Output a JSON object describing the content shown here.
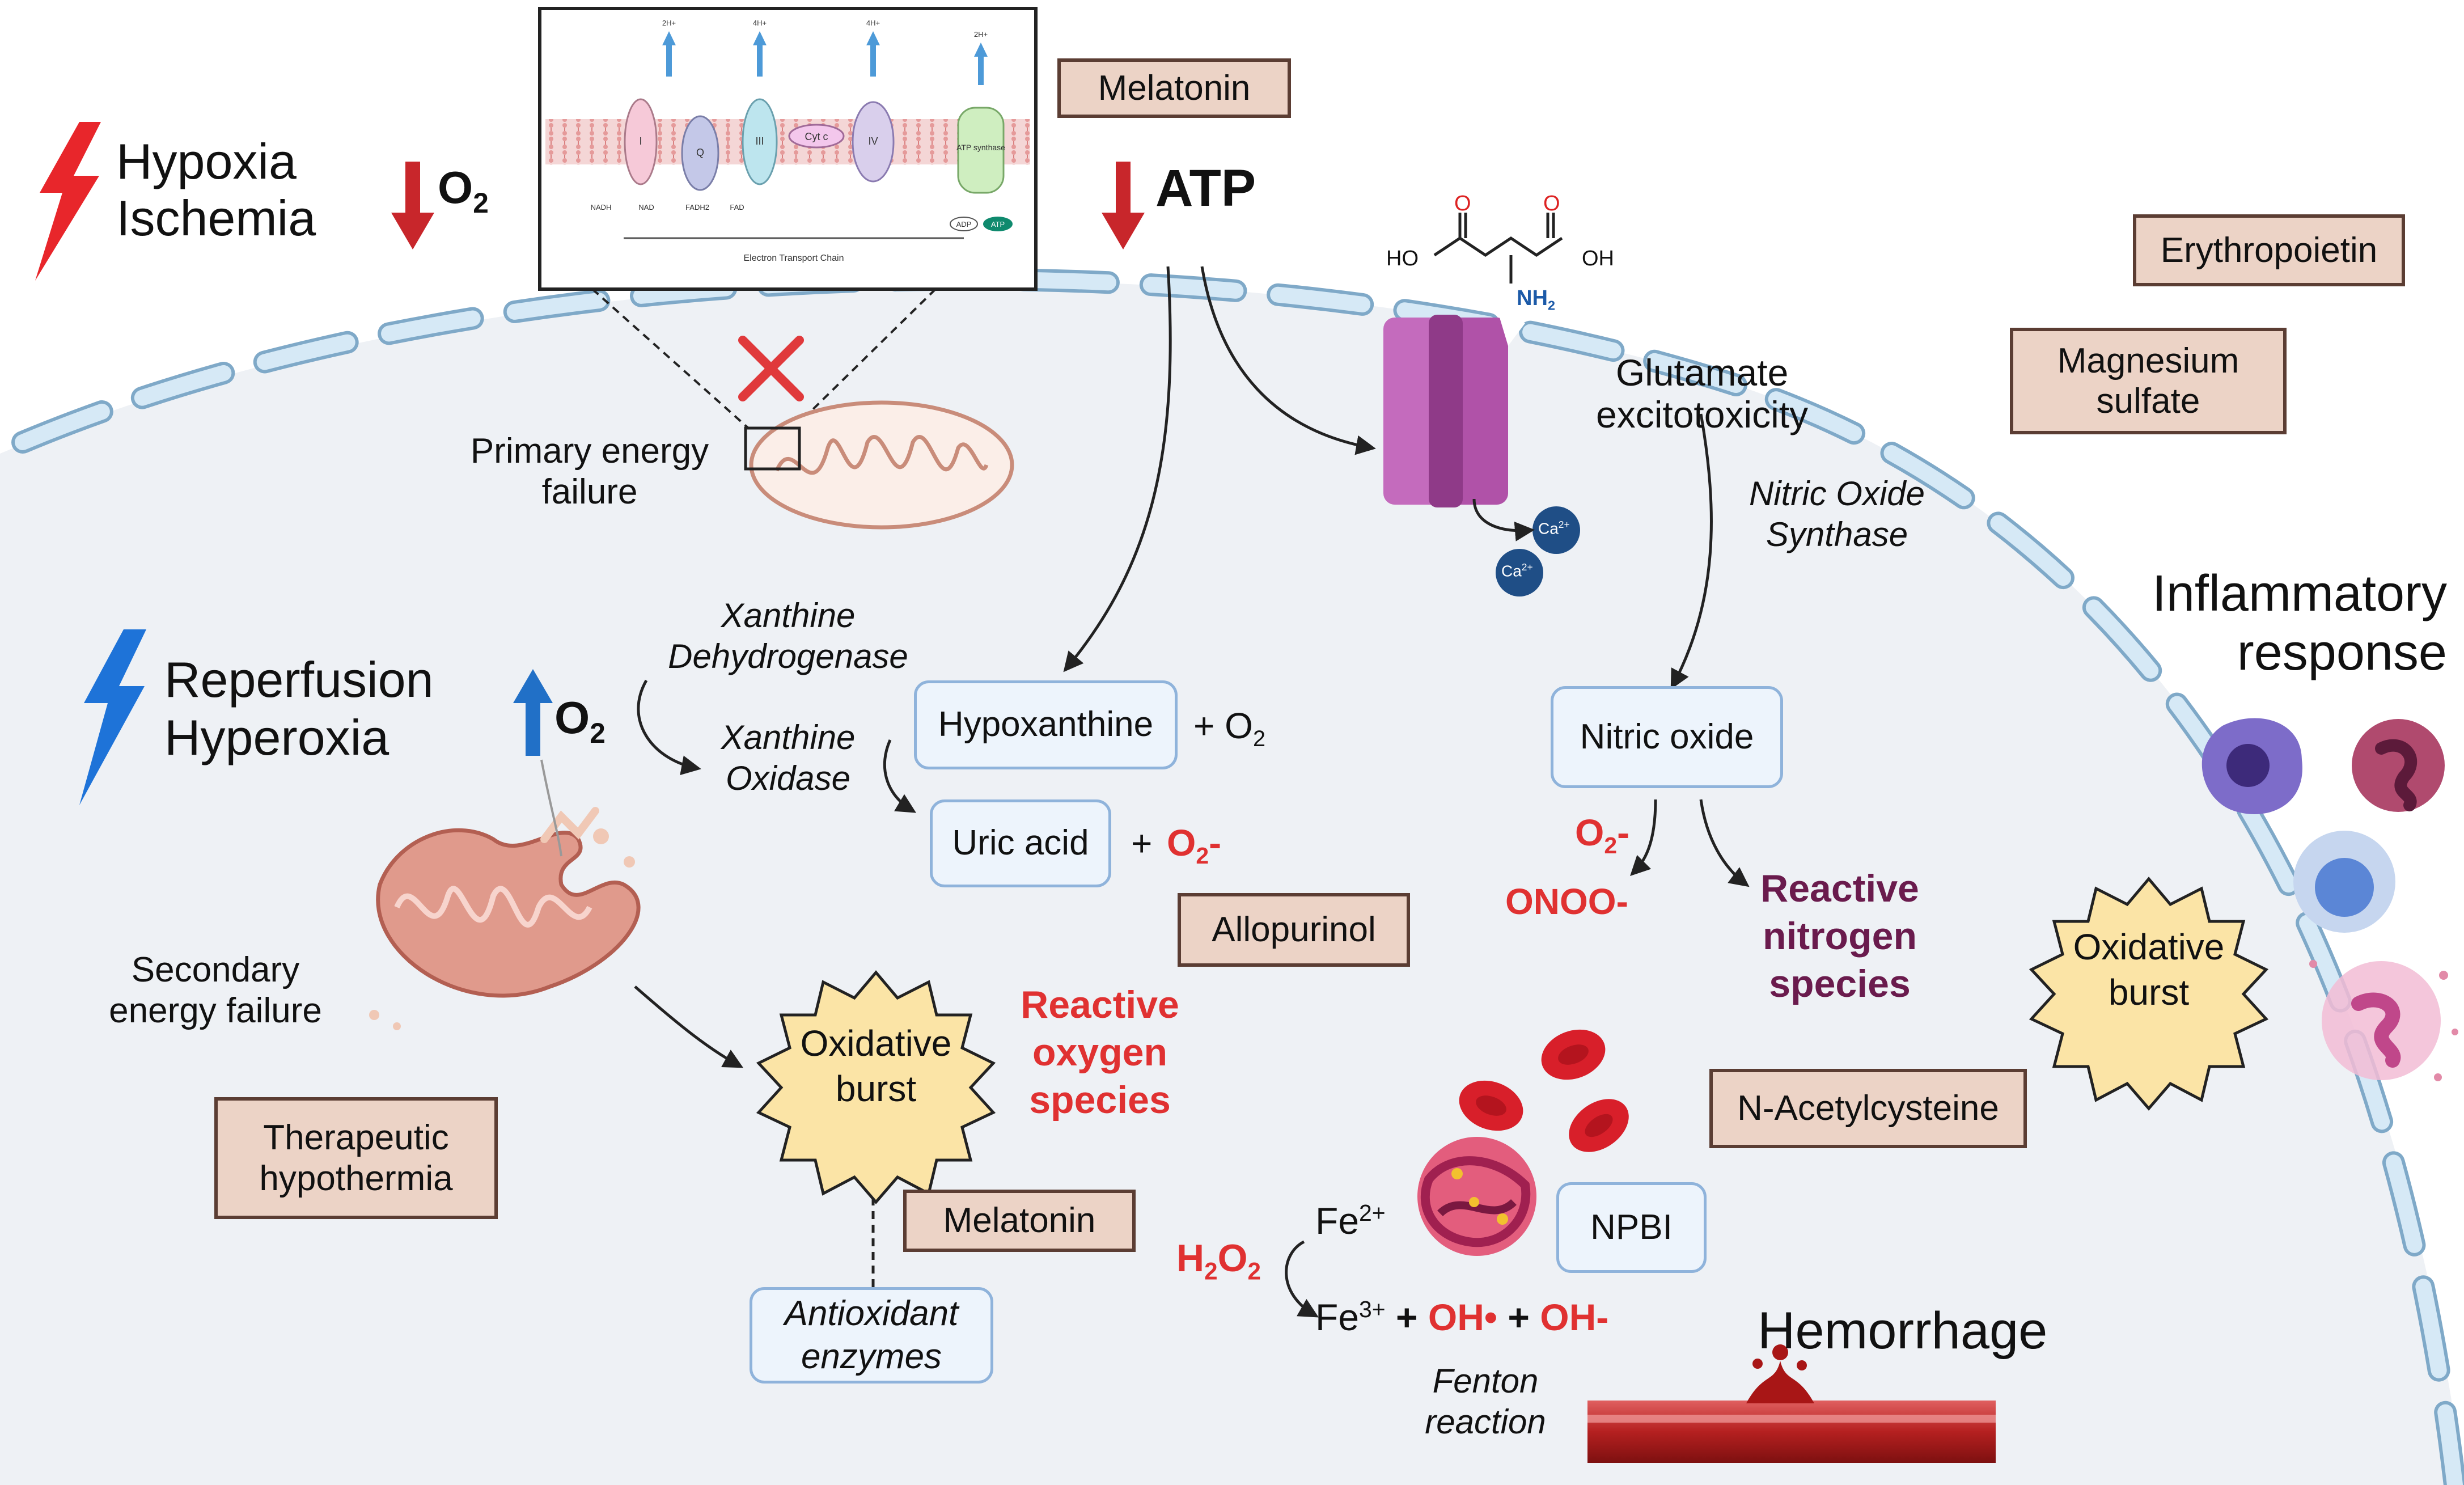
{
  "triggers": {
    "hypoxia_line1": "Hypoxia",
    "hypoxia_line2": "Ischemia",
    "o2_down": "O",
    "o2_down_sub": "2",
    "atp_down": "ATP",
    "reperfusion_line1": "Reperfusion",
    "reperfusion_line2": "Hyperoxia",
    "o2_up": "O",
    "o2_up_sub": "2"
  },
  "inset": {
    "caption": "Electron Transport Chain",
    "complex_labels": [
      "I",
      "Q",
      "III",
      "Cyt c",
      "IV",
      "ATP synthase"
    ],
    "small_labels": [
      "NADH",
      "NAD",
      "FADH2",
      "FAD",
      "2H+",
      "ADP",
      "ATP",
      "4H+",
      "4H+",
      "2H+"
    ]
  },
  "mito_primary": {
    "label_line1": "Primary energy",
    "label_line2": "failure"
  },
  "mito_secondary": {
    "label_line1": "Secondary",
    "label_line2": "energy failure"
  },
  "enzymes": {
    "xdh_line1": "Xanthine",
    "xdh_line2": "Dehydrogenase",
    "xo_line1": "Xanthine",
    "xo_line2": "Oxidase",
    "nos_line1": "Nitric Oxide",
    "nos_line2": "Synthase"
  },
  "nodes": {
    "hypoxanthine": "Hypoxanthine",
    "plus_o2": "+ O",
    "plus_o2_sub": "2",
    "uric_acid": "Uric acid",
    "plus": "+",
    "superoxide": "O",
    "superoxide_sub": "2",
    "superoxide_sup": "-",
    "nitric_oxide": "Nitric oxide",
    "antioxidant_line1": "Antioxidant",
    "antioxidant_line2": "enzymes",
    "npbi": "NPBI"
  },
  "glutamate": {
    "label_line1": "Glutamate",
    "label_line2": "excitotoxicity",
    "ho": "HO",
    "oh": "OH",
    "o_left": "O",
    "o_right": "O",
    "nh2": "NH",
    "nh2_sub": "2",
    "ca": "Ca",
    "ca_sup": "2+"
  },
  "species": {
    "no_superoxide": "O",
    "no_superoxide_sub": "2",
    "no_superoxide_sup": "-",
    "peroxynitrite": "ONOO-",
    "rns_line1": "Reactive",
    "rns_line2": "nitrogen",
    "rns_line3": "species",
    "ros_line1": "Reactive",
    "ros_line2": "oxygen",
    "ros_line3": "species"
  },
  "bursts": {
    "center_line1": "Oxidative",
    "center_line2": "burst",
    "right_line1": "Oxidative",
    "right_line2": "burst"
  },
  "fenton": {
    "fe2": "Fe",
    "fe2_sup": "2+",
    "h2o2": "H",
    "h2o2_a": "2",
    "h2o2_b": "O",
    "h2o2_c": "2",
    "fe3": "Fe",
    "fe3_sup": "3+",
    "plus1": "+",
    "oh_radical": "OH•",
    "plus2": "+",
    "oh_minus": "OH-",
    "caption_line1": "Fenton",
    "caption_line2": "reaction"
  },
  "headings": {
    "inflammatory_line1": "Inflammatory",
    "inflammatory_line2": "response",
    "hemorrhage": "Hemorrhage"
  },
  "therapies": {
    "melatonin_top": "Melatonin",
    "erythropoietin": "Erythropoietin",
    "magnesium_line1": "Magnesium",
    "magnesium_line2": "sulfate",
    "allopurinol": "Allopurinol",
    "n_acetylcysteine": "N-Acetylcysteine",
    "hypothermia_line1": "Therapeutic",
    "hypothermia_line2": "hypothermia",
    "melatonin_bottom": "Melatonin"
  },
  "colors": {
    "cell_fill": "#eef1f5",
    "membrane": "#b9d6ea",
    "hypoxia_bolt": "#e8262b",
    "reperfusion_bolt": "#1e73d8",
    "down_arrow": "#c8262b",
    "up_arrow": "#2170c7",
    "therapy_fill": "#ecd3c6",
    "therapy_border": "#5b3d33",
    "node_fill": "#edf4fc",
    "node_border": "#8fb3db",
    "burst_fill": "#fbe4a6",
    "red_text": "#e03131",
    "rns_text": "#6a1b4d",
    "channel": "#b052a8"
  }
}
